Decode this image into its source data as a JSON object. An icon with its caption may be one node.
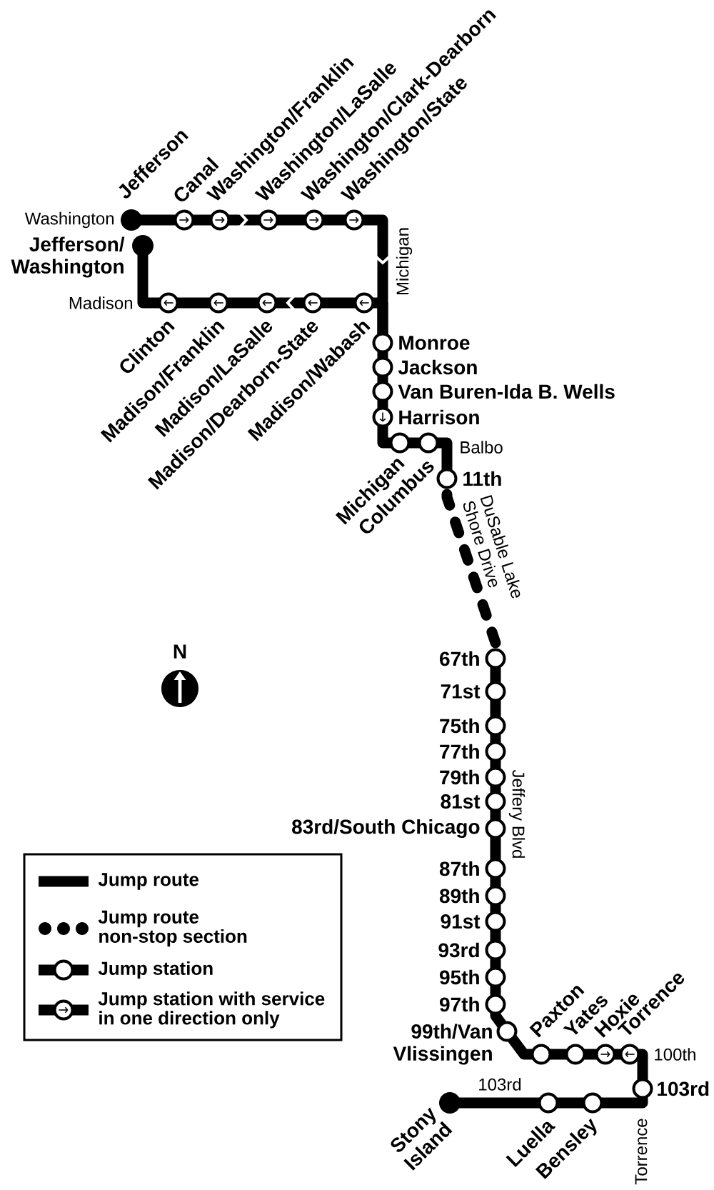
{
  "diagram": {
    "nodes": [
      {
        "text": [
          "Jefferson"
        ]
      },
      {
        "text": [
          "Canal"
        ]
      },
      {
        "text": [
          "Washington/Franklin"
        ]
      },
      {
        "text": [
          "Washington/LaSalle"
        ]
      },
      {
        "text": [
          "Washington/Clark-Dearborn"
        ]
      },
      {
        "text": [
          "Washington/State"
        ]
      },
      {
        "text": [
          "Madison/Wabash"
        ]
      },
      {
        "text": [
          "Madison/Dearborn-State"
        ]
      },
      {
        "text": [
          "Madison/LaSalle"
        ]
      },
      {
        "text": [
          "Madison/Franklin"
        ]
      },
      {
        "text": [
          "Clinton"
        ]
      },
      {
        "text": [
          "Jefferson/ Washington"
        ]
      },
      {
        "text": [
          "Monroe"
        ]
      },
      {
        "text": [
          "Jackson"
        ]
      },
      {
        "text": [
          "Van Buren-Ida B. Wells"
        ]
      },
      {
        "text": [
          "Harrison"
        ]
      },
      {
        "text": [
          "Michigan"
        ]
      },
      {
        "text": [
          "Columbus"
        ]
      },
      {
        "text": [
          "11th"
        ]
      },
      {
        "text": [
          "67th"
        ]
      },
      {
        "text": [
          "71st"
        ]
      },
      {
        "text": [
          "75th"
        ]
      },
      {
        "text": [
          "77th"
        ]
      },
      {
        "text": [
          "79th"
        ]
      },
      {
        "text": [
          "81st"
        ]
      },
      {
        "text": [
          "83rd/South Chicago"
        ]
      },
      {
        "text": [
          "87th"
        ]
      },
      {
        "text": [
          "89th"
        ]
      },
      {
        "text": [
          "91st"
        ]
      },
      {
        "text": [
          "93rd"
        ]
      },
      {
        "text": [
          "95th"
        ]
      },
      {
        "text": [
          "97th"
        ]
      },
      {
        "text": [
          "99th/Van Vlissingen"
        ]
      },
      {
        "text": [
          "Paxton"
        ]
      },
      {
        "text": [
          "Yates"
        ]
      },
      {
        "text": [
          "Hoxie"
        ]
      },
      {
        "text": [
          "Torrence"
        ]
      },
      {
        "text": [
          "103rd"
        ]
      },
      {
        "text": [
          "Bensley"
        ]
      },
      {
        "text": [
          "Luella"
        ]
      },
      {
        "text": [
          "Stony Island"
        ]
      }
    ],
    "edges": [
      {
        "from": 0,
        "to": 1,
        "arrow": "none"
      },
      {
        "from": 1,
        "to": 2,
        "arrow": "none"
      },
      {
        "from": 2,
        "to": 3,
        "arrow": "to"
      },
      {
        "from": 3,
        "to": 4,
        "arrow": "none"
      },
      {
        "from": 4,
        "to": 5,
        "arrow": "none"
      },
      {
        "from": 5,
        "to": 12,
        "arrow": "to"
      },
      {
        "from": 12,
        "to": 6,
        "arrow": "none"
      },
      {
        "from": 6,
        "to": 7,
        "arrow": "none"
      },
      {
        "from": 7,
        "to": 8,
        "arrow": "to"
      },
      {
        "from": 8,
        "to": 9,
        "arrow": "none"
      },
      {
        "from": 9,
        "to": 10,
        "arrow": "none"
      },
      {
        "from": 10,
        "to": 11,
        "arrow": "none"
      },
      {
        "from": 12,
        "to": 13,
        "arrow": "none"
      },
      {
        "from": 13,
        "to": 14,
        "arrow": "none"
      },
      {
        "from": 14,
        "to": 15,
        "arrow": "none"
      },
      {
        "from": 15,
        "to": 16,
        "arrow": "none"
      },
      {
        "from": 16,
        "to": 17,
        "arrow": "none"
      },
      {
        "from": 17,
        "to": 18,
        "arrow": "none"
      },
      {
        "from": 18,
        "to": 19,
        "arrow": "none",
        "style": "dashed"
      },
      {
        "from": 19,
        "to": 20,
        "arrow": "none"
      },
      {
        "from": 20,
        "to": 21,
        "arrow": "none"
      },
      {
        "from": 21,
        "to": 22,
        "arrow": "none"
      },
      {
        "from": 22,
        "to": 23,
        "arrow": "none"
      },
      {
        "from": 23,
        "to": 24,
        "arrow": "none"
      },
      {
        "from": 24,
        "to": 25,
        "arrow": "none"
      },
      {
        "from": 25,
        "to": 26,
        "arrow": "none"
      },
      {
        "from": 26,
        "to": 27,
        "arrow": "none"
      },
      {
        "from": 27,
        "to": 28,
        "arrow": "none"
      },
      {
        "from": 28,
        "to": 29,
        "arrow": "none"
      },
      {
        "from": 29,
        "to": 30,
        "arrow": "none"
      },
      {
        "from": 30,
        "to": 31,
        "arrow": "none"
      },
      {
        "from": 31,
        "to": 32,
        "arrow": "none"
      },
      {
        "from": 32,
        "to": 33,
        "arrow": "none"
      },
      {
        "from": 33,
        "to": 34,
        "arrow": "none"
      },
      {
        "from": 34,
        "to": 35,
        "arrow": "none"
      },
      {
        "from": 35,
        "to": 36,
        "arrow": "none"
      },
      {
        "from": 36,
        "to": 37,
        "arrow": "none"
      },
      {
        "from": 37,
        "to": 38,
        "arrow": "none"
      },
      {
        "from": 38,
        "to": 39,
        "arrow": "none"
      },
      {
        "from": 39,
        "to": 40,
        "arrow": "none"
      }
    ],
    "labels": [
      "Washington",
      "Michigan",
      "Madison",
      "Balbo",
      "DuSable Lake Shore Drive",
      "N",
      "Jeffery Blvd",
      "100th",
      "103rd",
      "Torrence"
    ],
    "legend": [
      {
        "text": "Jump route"
      },
      {
        "text": "Jump route non-stop section"
      },
      {
        "text": "Jump station"
      },
      {
        "text": "Jump station with service in one direction only"
      }
    ]
  }
}
